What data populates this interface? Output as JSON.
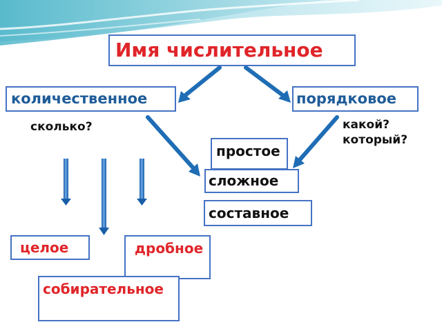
{
  "colors": {
    "box_border": "#4472c4",
    "accent_red": "#e0252a",
    "text_blue": "#1f5c99",
    "arrow": "#1f6db5"
  },
  "diagram": {
    "title": "Имя числительное",
    "quantitative": "количественное",
    "ordinal": "порядковое",
    "question_quantitative": "сколько?",
    "question_ordinal": "какой? который?",
    "simple": "простое",
    "compound": "сложное",
    "composite": "составное",
    "whole": "целое",
    "fractional": "дробное",
    "collective": "собирательное"
  }
}
